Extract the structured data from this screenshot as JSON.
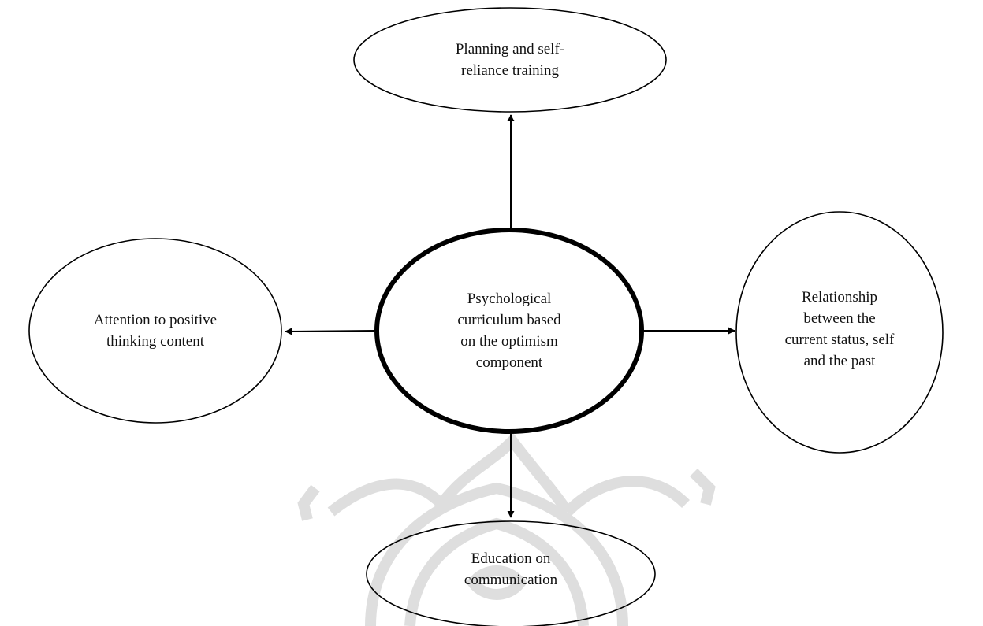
{
  "colors": {
    "stroke": "#000000",
    "text": "#111111",
    "watermark": "#d9d9d9"
  },
  "nodes": {
    "center": {
      "label": "Psychological\ncurriculum based\non the optimism\ncomponent"
    },
    "top": {
      "label": "Planning and self-\nreliance training"
    },
    "left": {
      "label": "Attention to positive\nthinking content"
    },
    "right": {
      "label": "Relationship\nbetween the\ncurrent status, self\nand the past"
    },
    "bottom": {
      "label": "Education on\ncommunication"
    }
  },
  "edges": [
    {
      "from": "center",
      "to": "top"
    },
    {
      "from": "center",
      "to": "left"
    },
    {
      "from": "center",
      "to": "right"
    },
    {
      "from": "center",
      "to": "bottom"
    }
  ]
}
